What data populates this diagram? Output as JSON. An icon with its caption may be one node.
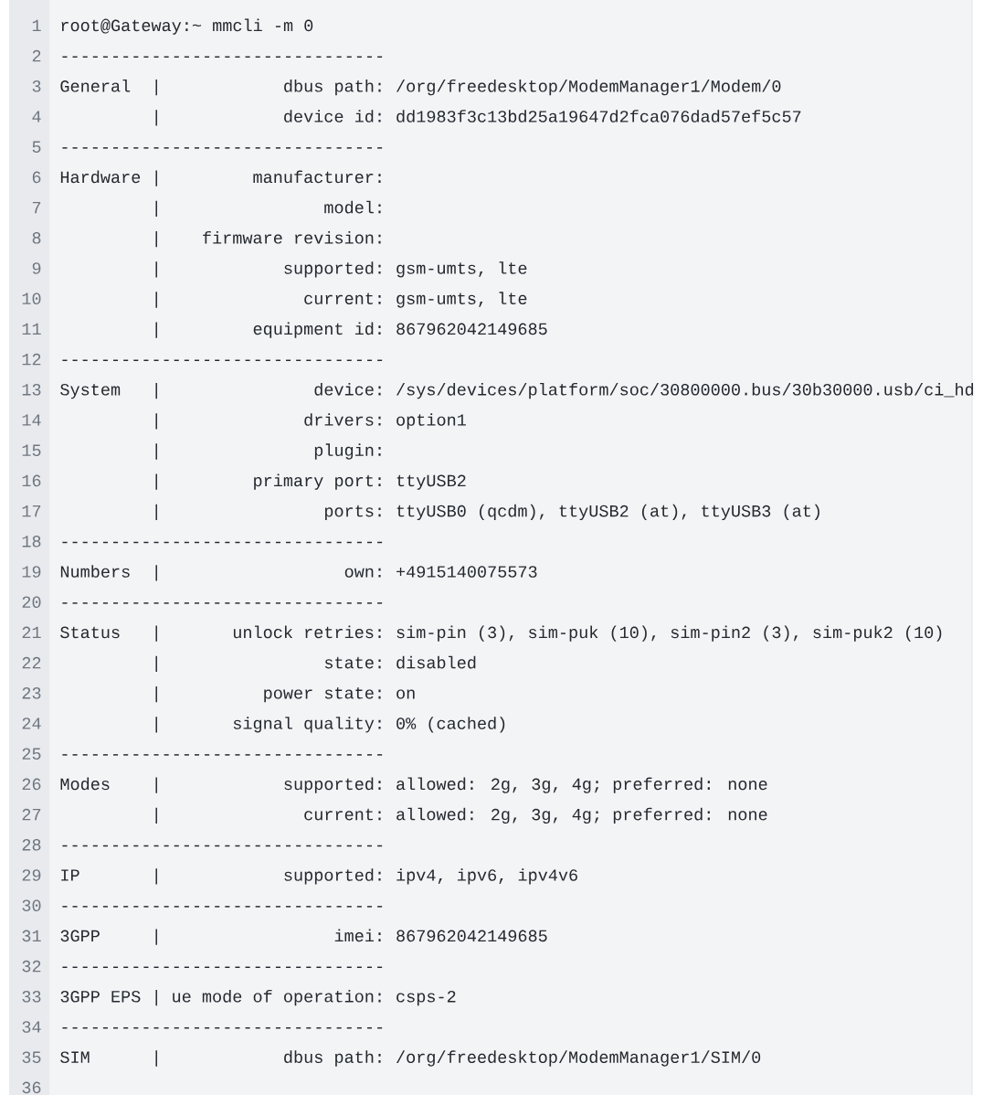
{
  "diagram": {
    "labels": [
      "1",
      "root@Gateway:~ mmcli -m 0",
      "2",
      "--------------------------------",
      "3",
      "General",
      "|",
      "dbus path:",
      "/org/freedesktop/ModemManager1/Modem/0",
      "4",
      "|",
      "device id:",
      "dd1983f3c13bd25a19647d2fca076dad57ef5c57",
      "5",
      "--------------------------------",
      "6",
      "Hardware",
      "|",
      "manufacturer:",
      "7",
      "|",
      "model:",
      "8",
      "|",
      "firmware revision:",
      "9",
      "|",
      "supported:",
      "gsm-umts, lte",
      "10",
      "|",
      "current:",
      "gsm-umts, lte",
      "11",
      "|",
      "equipment id:",
      "867962042149685",
      "12",
      "--------------------------------",
      "13",
      "System",
      "|",
      "device:",
      "/sys/devices/platform/soc/30800000.bus/30b30000.usb/ci_hd",
      "14",
      "|",
      "drivers:",
      "option1",
      "15",
      "|",
      "plugin:",
      "16",
      "|",
      "primary port:",
      "ttyUSB2",
      "17",
      "|",
      "ports:",
      "ttyUSB0 (qcdm), ttyUSB2 (at), ttyUSB3 (at)",
      "18",
      "--------------------------------",
      "19",
      "Numbers",
      "|",
      "own:",
      "+4915140075573",
      "20",
      "--------------------------------",
      "21",
      "Status",
      "|",
      "unlock retries:",
      "sim-pin (3), sim-puk (10), sim-pin2 (3), sim-puk2 (10)",
      "22",
      "|",
      "state:",
      "disabled",
      "23",
      "|",
      "power state:",
      "on",
      "24",
      "|",
      "signal quality:",
      "0% (cached)",
      "25",
      "--------------------------------",
      "26",
      "Modes",
      "|",
      "supported:",
      "allowed: 2g, 3g, 4g; preferred: none",
      "27",
      "|",
      "current:",
      "allowed: 2g, 3g, 4g; preferred: none",
      "28",
      "--------------------------------",
      "29",
      "IP",
      "|",
      "supported:",
      "ipv4, ipv6, ipv4v6",
      "30",
      "--------------------------------",
      "31",
      "3GPP",
      "|",
      "imei:",
      "867962042149685",
      "32",
      "--------------------------------",
      "33",
      "3GPP EPS",
      "|",
      "ue mode of operation:",
      "csps-2",
      "34",
      "--------------------------------",
      "35",
      "SIM",
      "|",
      "dbus path:",
      "/org/freedesktop/ModemManager1/SIM/0",
      "36"
    ]
  }
}
